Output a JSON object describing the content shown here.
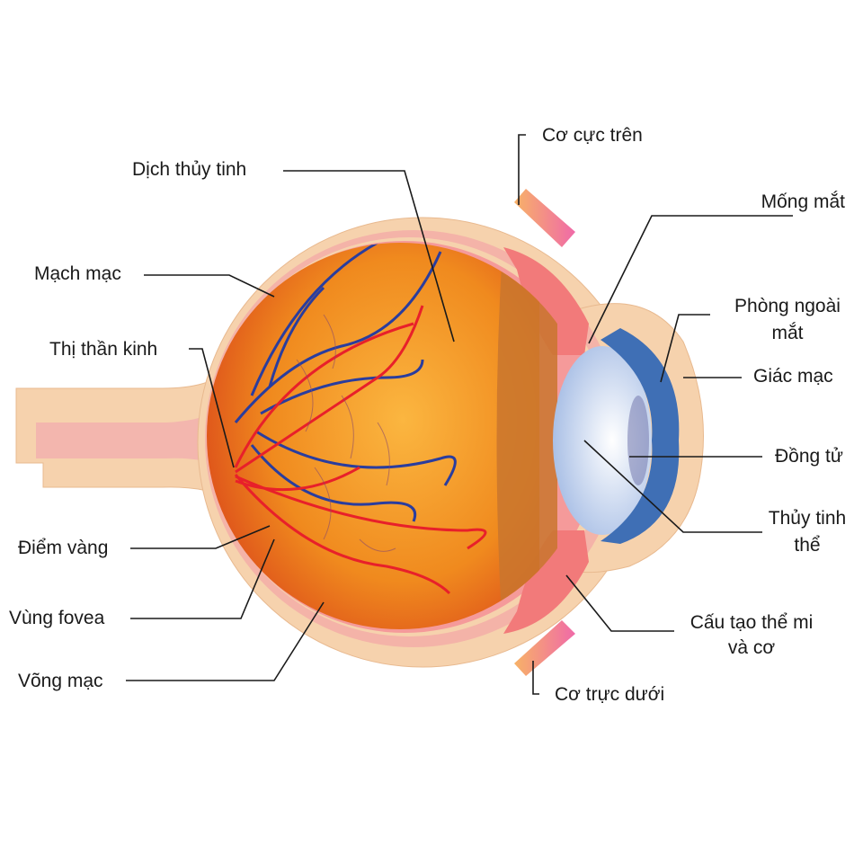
{
  "labels": {
    "superior_muscle": "Cơ cực trên",
    "vitreous": "Dịch thủy tinh",
    "iris": "Mống mắt",
    "choroid": "Mạch mạc",
    "anterior_chamber_1": "Phòng ngoài",
    "anterior_chamber_2": "mắt",
    "optic_nerve": "Thị thần kinh",
    "cornea": "Giác mạc",
    "pupil": "Đồng tử",
    "lens_1": "Thủy tinh",
    "lens_2": "thể",
    "macula": "Điểm vàng",
    "fovea": "Vùng fovea",
    "ciliary_1": "Cấu tạo thể mi",
    "ciliary_2": "và cơ",
    "retina": "Võng mạc",
    "inferior_muscle": "Cơ trực dưới"
  },
  "colors": {
    "sclera": "#f6d2ad",
    "choroid": "#f2a9a0",
    "vitreous": "#f39a2a",
    "iris": "#3f6fb5",
    "lens": "#dfe8f7",
    "artery": "#e8202a",
    "vein": "#2a3d9e"
  }
}
